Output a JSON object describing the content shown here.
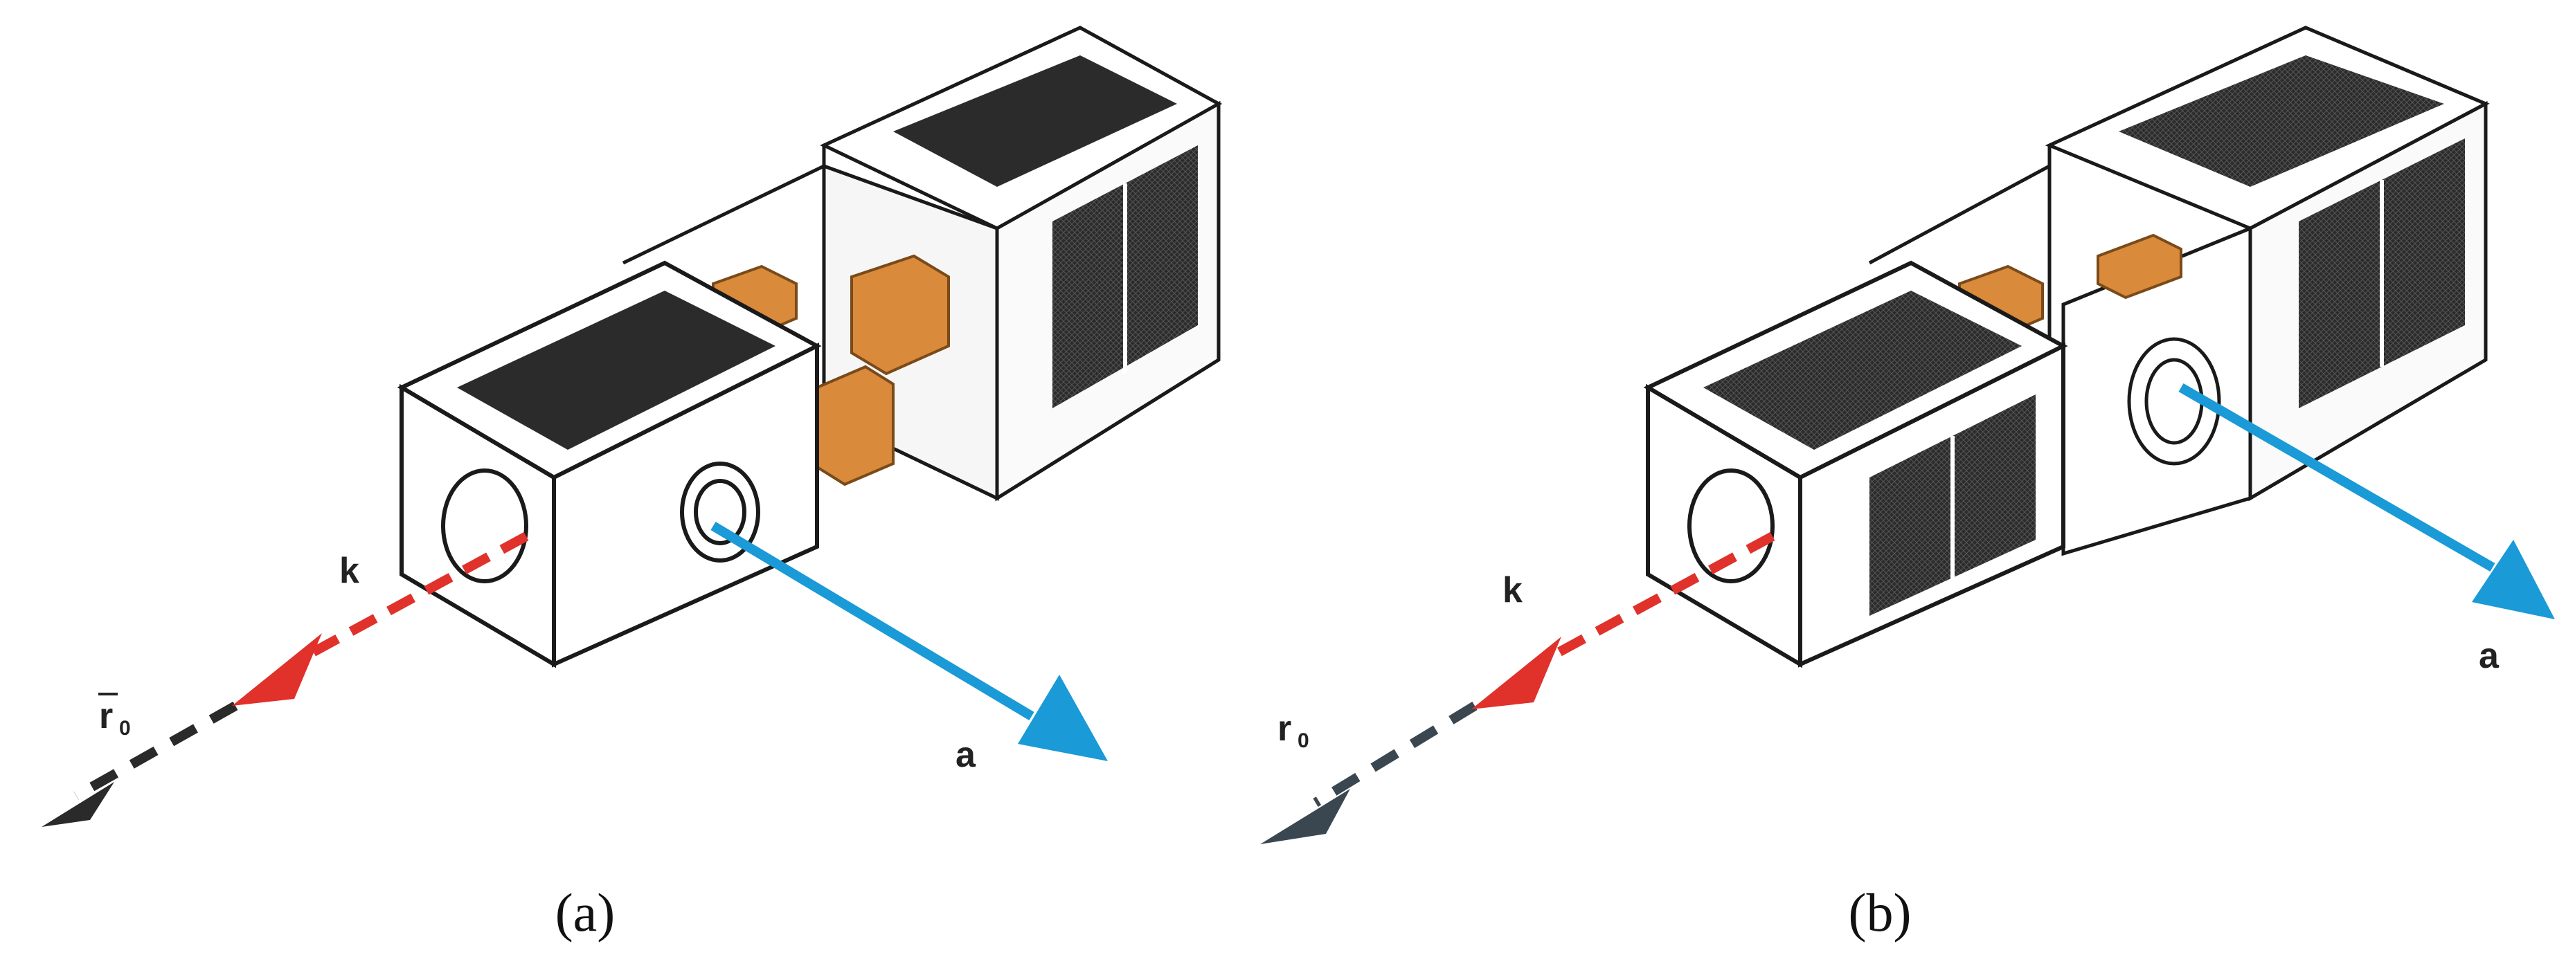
{
  "panels": [
    {
      "id": "a",
      "caption": "(a)",
      "vectors": {
        "k": "k",
        "a": "a",
        "r0_base": "r",
        "r0_sub": "0"
      }
    },
    {
      "id": "b",
      "caption": "(b)",
      "vectors": {
        "k": "k",
        "a": "a",
        "r0_base": "r",
        "r0_sub": "0"
      }
    }
  ],
  "colors": {
    "k_arrow": "#e0312b",
    "a_arrow": "#1a9ad6",
    "r0_arrow_a": "#2a2a2a",
    "r0_arrow_b": "#3a4750",
    "frame": "#1a1a1a",
    "solar_panel": "#2b2b2b",
    "actuator": "#d98a3a"
  }
}
